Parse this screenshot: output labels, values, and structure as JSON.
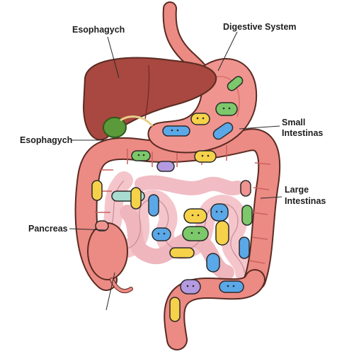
{
  "labels": {
    "esophagus_top": "Esophagych",
    "digestive_system": "Digestive System",
    "esophagus_side": "Esophagych",
    "small_intestine_line1": "Small",
    "small_intestine_line2": "Intestinas",
    "large_intestine_line1": "Large",
    "large_intestine_line2": "Intestinas",
    "pancreas": "Pancreas"
  },
  "colors": {
    "liver": "#a84840",
    "stomach": "#f0948f",
    "gallbladder": "#5a9a3a",
    "colon": "#ec8a84",
    "small_intestine": "#f4c6cc",
    "microbe_green": "#7cc86a",
    "microbe_blue": "#5aa8e8",
    "microbe_yellow": "#f6d24a",
    "microbe_purple": "#b49ae0",
    "microbe_teal": "#a8dcd0"
  }
}
